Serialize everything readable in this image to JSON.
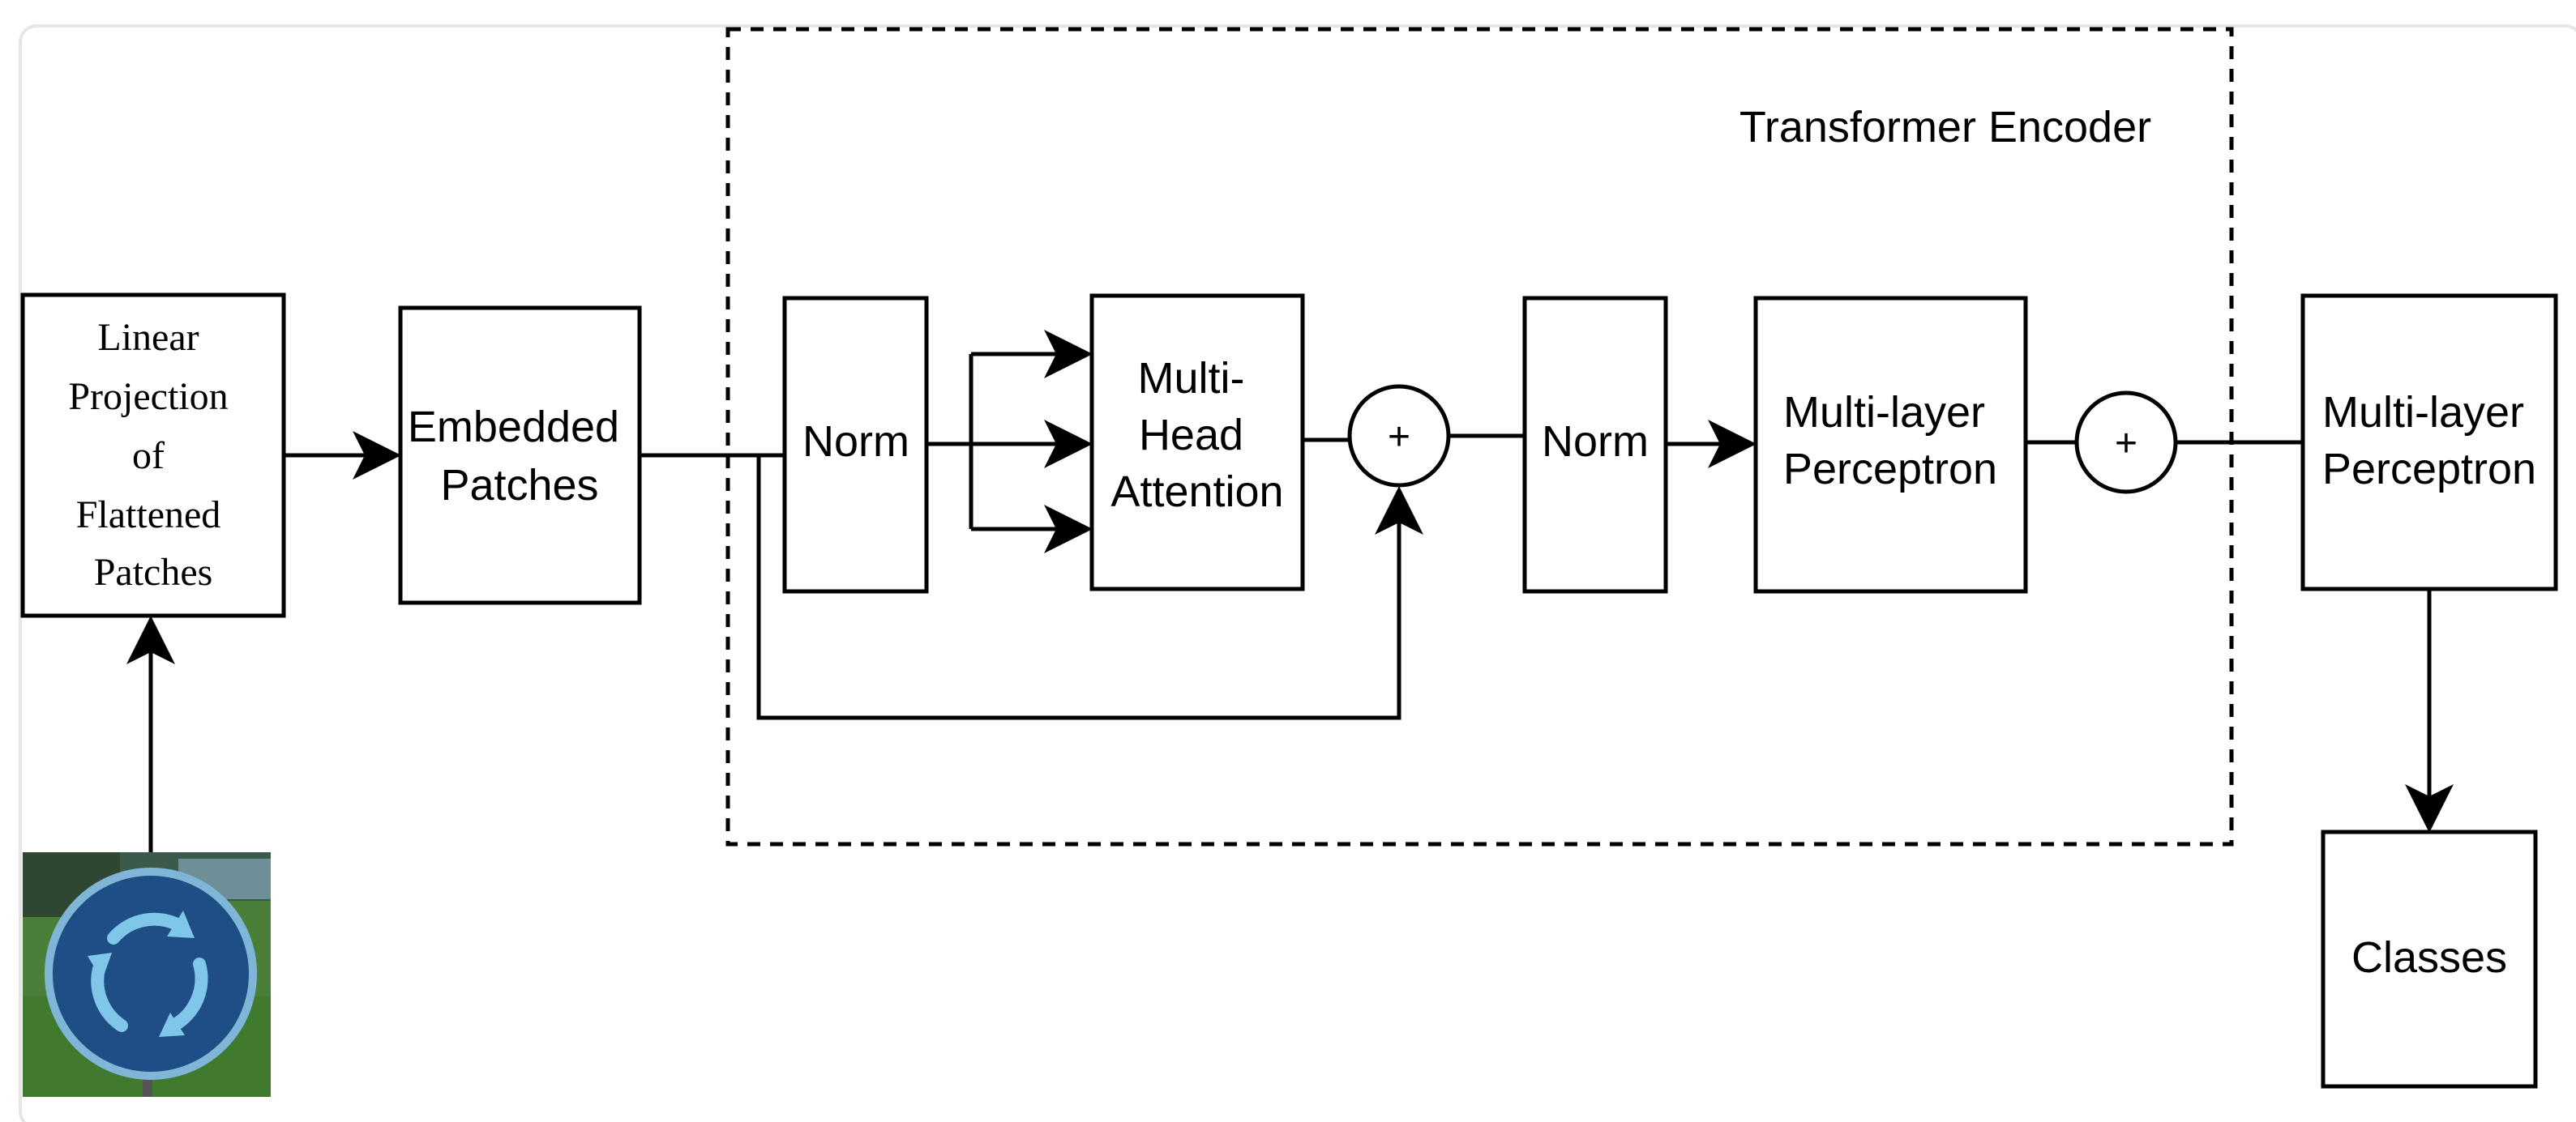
{
  "encoder": {
    "title": "Transformer Encoder",
    "norm1_label": "Norm",
    "mha_line1": "Multi-",
    "mha_line2": "Head",
    "mha_line3": "Attention",
    "add1_symbol": "+",
    "norm2_label": "Norm",
    "mlp_line1": "Multi-layer",
    "mlp_line2": "Perceptron",
    "add2_symbol": "+"
  },
  "input": {
    "projection_line1": "Linear",
    "projection_line2": "Projection",
    "projection_line3": "of",
    "projection_line4": "Flattened",
    "projection_line5": "Patches",
    "embedded_line1": "Embedded",
    "embedded_line2": "Patches",
    "image_icon": "roundabout-sign-photo"
  },
  "head": {
    "mlp_line1": "Multi-layer",
    "mlp_line2": "Perceptron",
    "classes_label": "Classes"
  },
  "colors": {
    "stroke": "#000000",
    "sign_blue": "#1f4e86",
    "sign_arrow": "#7fc6e8",
    "grass": "#3f7a2e"
  }
}
